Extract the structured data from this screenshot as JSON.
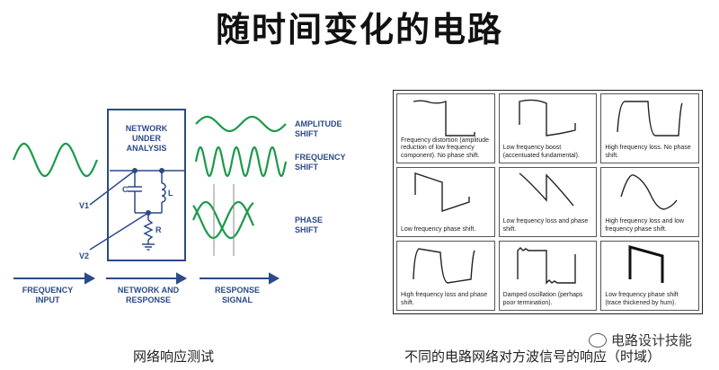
{
  "title": "随时间变化的电路",
  "left_diagram": {
    "box_label": "NETWORK\nUNDER\nANALYSIS",
    "amplitude": "AMPLITUDE\nSHIFT",
    "frequency": "FREQUENCY\nSHIFT",
    "phase": "PHASE\nSHIFT",
    "v1": "V1",
    "v2": "V2",
    "c": "C",
    "l": "L",
    "r": "R",
    "bottom_input": "FREQUENCY\nINPUT",
    "bottom_network": "NETWORK AND\nRESPONSE",
    "bottom_response": "RESPONSE\nSIGNAL"
  },
  "captions": {
    "left": "网络响应测试",
    "right": "不同的电路网络对方波信号的响应（时域）"
  },
  "cells": [
    {
      "text": "Frequency distortion (amplitude reduction of low frequency component).  No phase shift."
    },
    {
      "text": "Low frequency boost (accentuated fundamental)."
    },
    {
      "text": "High frequency loss.  No phase shift."
    },
    {
      "text": "Low frequency phase shift."
    },
    {
      "text": "Low frequency loss and phase shift."
    },
    {
      "text": "High frequency loss and low frequency phase shift."
    },
    {
      "text": "High frequency loss and phase shift."
    },
    {
      "text": "Damped oscillation (perhaps poor termination)."
    },
    {
      "text": "Low frequency phase shift (trace thickened by hum)."
    }
  ],
  "watermark": "电路设计技能",
  "colors": {
    "wave": "#1a9a4a",
    "diagram": "#2b4a88"
  }
}
